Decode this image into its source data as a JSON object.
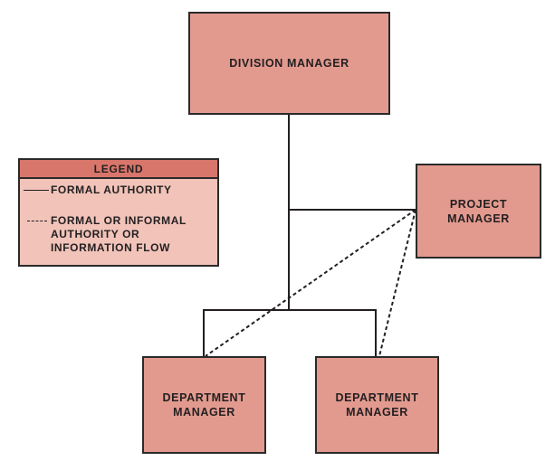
{
  "colors": {
    "box_fill": "#e29a8f",
    "legend_header_fill": "#d9766b",
    "legend_body_fill": "#f1c3b9",
    "line": "#231f20"
  },
  "nodes": {
    "division_manager": "DIVISION MANAGER",
    "project_manager": "PROJECT\nMANAGER",
    "department_manager_left": "DEPARTMENT\nMANAGER",
    "department_manager_right": "DEPARTMENT\nMANAGER"
  },
  "legend": {
    "title": "LEGEND",
    "items": [
      {
        "line_style": "solid",
        "label": "FORMAL AUTHORITY"
      },
      {
        "line_style": "dashed",
        "label": "FORMAL OR INFORMAL\nAUTHORITY OR\nINFORMATION FLOW"
      }
    ]
  },
  "edges": [
    {
      "from": "division_manager",
      "to": "department_manager_left",
      "style": "solid"
    },
    {
      "from": "division_manager",
      "to": "department_manager_right",
      "style": "solid"
    },
    {
      "from": "division_manager",
      "to": "project_manager",
      "style": "solid"
    },
    {
      "from": "project_manager",
      "to": "department_manager_left",
      "style": "dashed"
    },
    {
      "from": "project_manager",
      "to": "department_manager_right",
      "style": "dashed"
    }
  ]
}
